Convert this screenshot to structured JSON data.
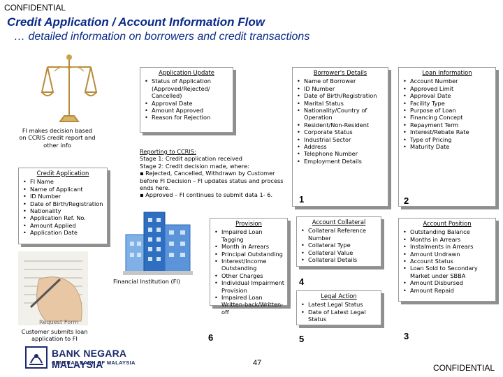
{
  "header": {
    "confidential_top": "CONFIDENTIAL",
    "title": "Credit Application / Account Information Flow",
    "subtitle": "… detailed information on borrowers and credit transactions"
  },
  "application_update": {
    "title": "Application Update",
    "items": [
      "Status of Application (Approved/Rejected/ Cancelled)",
      "Approval Date",
      "Amount Approved",
      "Reason for Rejection"
    ]
  },
  "borrowers_details": {
    "title": "Borrower's Details",
    "items": [
      "Name of Borrower",
      "ID Number",
      "Date of Birth/Registration",
      "Marital Status",
      "Nationality/Country of Operation",
      "Resident/Non-Resident",
      "Corporate Status",
      "Industrial Sector",
      "Address",
      "Telephone Number",
      "Employment Details"
    ]
  },
  "loan_information": {
    "title": "Loan Information",
    "items": [
      "Account Number",
      "Approved Limit",
      "Approval Date",
      "Facility Type",
      "Purpose of Loan",
      "Financing Concept",
      "Repayment Term",
      "Interest/Rebate Rate",
      "Type of Pricing",
      "Maturity Date"
    ]
  },
  "fi_decision_text": "FI makes decision based on CCRIS credit report and other info",
  "reporting": {
    "heading": "Reporting to CCRIS:",
    "lines": [
      "Stage 1: Credit application received",
      "Stage 2: Credit decision made, where:",
      "▪ Rejected, Cancelled, Withdrawn by Customer before FI Decision – FI updates status and process ends here.",
      "▪ Approved – FI continues to submit data 1- 6."
    ]
  },
  "credit_application": {
    "title": "Credit Application",
    "items": [
      "FI Name",
      "Name of Applicant",
      "ID Number",
      "Date of Birth/Registration",
      "Nationality",
      "Application Ref. No.",
      "Amount Applied",
      "Application Date"
    ]
  },
  "provision": {
    "title": "Provision",
    "items": [
      "Impaired Loan Tagging",
      "Month in Arrears",
      "Principal Outstanding",
      "Interest/Income Outstanding",
      "Other Charges",
      "Individual Impairment Provision",
      "Impaired Loan Written-back/Written-off"
    ]
  },
  "account_collateral": {
    "title": "Account Collateral",
    "items": [
      "Collateral Reference Number",
      "Collateral Type",
      "Collateral Value",
      "Collateral Details"
    ]
  },
  "legal_action": {
    "title": "Legal Action",
    "items": [
      "Latest Legal Status",
      "Date of Latest Legal Status"
    ]
  },
  "account_position": {
    "title": "Account Position",
    "items": [
      "Outstanding Balance",
      "Months in Arrears",
      "Instalments in Arrears",
      "Amount Undrawn",
      "Account Status",
      "Loan Sold to Secondary Market under SBBA",
      "Amount Disbursed",
      "Amount Repaid"
    ]
  },
  "numbers": {
    "n1": "1",
    "n2": "2",
    "n3": "3",
    "n4": "4",
    "n5": "5",
    "n6": "6"
  },
  "labels": {
    "financial_institution": "Financial Institution (FI)",
    "customer_submits": "Customer submits loan application to FI",
    "request_form": "Request Form"
  },
  "footer": {
    "bank_name": "BANK NEGARA MALAYSIA",
    "bank_sub": "CENTRAL BANK OF MALAYSIA",
    "page_number": "47",
    "confidential_bottom": "CONFIDENTIAL"
  },
  "colors": {
    "title_blue": "#0a2a8a",
    "bank_navy": "#1d2b6b",
    "building_blue": "#2f6fc2",
    "gold": "#c9a24a"
  }
}
